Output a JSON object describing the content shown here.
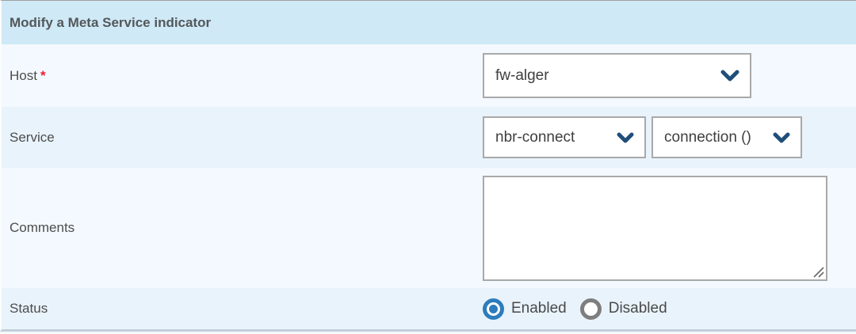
{
  "header": {
    "title": "Modify a Meta Service indicator"
  },
  "form": {
    "host": {
      "label": "Host",
      "required_marker": "*",
      "selected_value": "fw-alger"
    },
    "service": {
      "label": "Service",
      "service_selected_value": "nbr-connect",
      "metric_selected_value": "connection ()"
    },
    "comments": {
      "label": "Comments",
      "value": ""
    },
    "status": {
      "label": "Status",
      "options": [
        {
          "label": "Enabled",
          "selected": true
        },
        {
          "label": "Disabled",
          "selected": false
        }
      ]
    }
  },
  "colors": {
    "header_bg": "#cfe9f6",
    "row_light": "#f3f9fe",
    "row_dark": "#e9f3fb",
    "control_border": "#a9a9a9",
    "chevron": "#1f4e79",
    "radio_selected": "#2d7cbd",
    "radio_unselected": "#7e7e7e",
    "required_red": "#ed1b2f",
    "label_text": "#4d4d4d"
  }
}
